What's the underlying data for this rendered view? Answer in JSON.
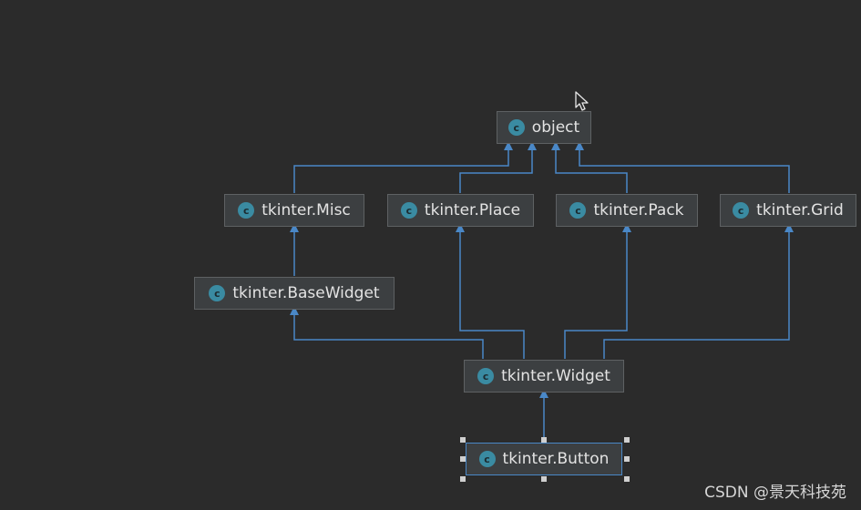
{
  "diagram": {
    "classes": {
      "object": "object",
      "misc": "tkinter.Misc",
      "place": "tkinter.Place",
      "pack": "tkinter.Pack",
      "grid": "tkinter.Grid",
      "basewidget": "tkinter.BaseWidget",
      "widget": "tkinter.Widget",
      "button": "tkinter.Button"
    },
    "class_badge": "c",
    "selected": "tkinter.Button",
    "edge_color": "#4a88c7",
    "node_icon_color": "#3a8ba2"
  },
  "watermark": "CSDN @景天科技苑"
}
